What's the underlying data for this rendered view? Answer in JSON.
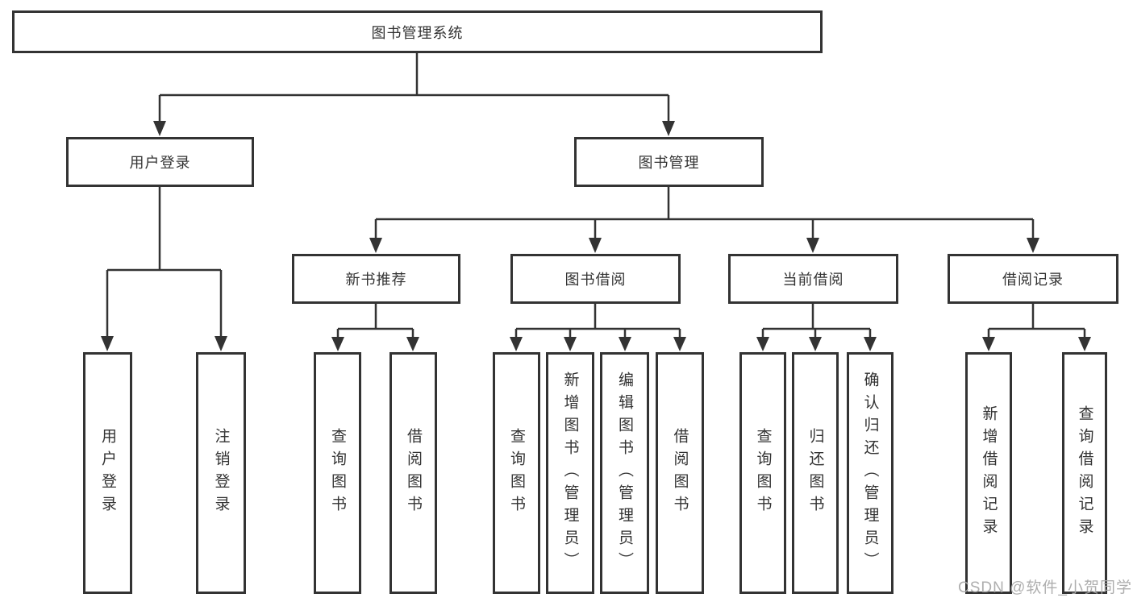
{
  "root": {
    "label": "图书管理系统"
  },
  "level2": [
    {
      "label": "用户登录"
    },
    {
      "label": "图书管理"
    }
  ],
  "level3": [
    {
      "label": "新书推荐"
    },
    {
      "label": "图书借阅"
    },
    {
      "label": "当前借阅"
    },
    {
      "label": "借阅记录"
    }
  ],
  "leaves": {
    "user": [
      {
        "label": "用户登录"
      },
      {
        "label": "注销登录"
      }
    ],
    "recommend": [
      {
        "label": "查询图书"
      },
      {
        "label": "借阅图书"
      }
    ],
    "borrow": [
      {
        "label": "查询图书"
      },
      {
        "label": "新增图书（管理员）"
      },
      {
        "label": "编辑图书（管理员）"
      },
      {
        "label": "借阅图书"
      }
    ],
    "current": [
      {
        "label": "查询图书"
      },
      {
        "label": "归还图书"
      },
      {
        "label": "确认归还（管理员）"
      }
    ],
    "records": [
      {
        "label": "新增借阅记录"
      },
      {
        "label": "查询借阅记录"
      }
    ]
  },
  "watermark": "CSDN @软件_小贺同学",
  "colors": {
    "line": "#333333",
    "box_border": "#333333",
    "text": "#333333",
    "watermark": "#aaaaaa",
    "background": "#ffffff"
  }
}
